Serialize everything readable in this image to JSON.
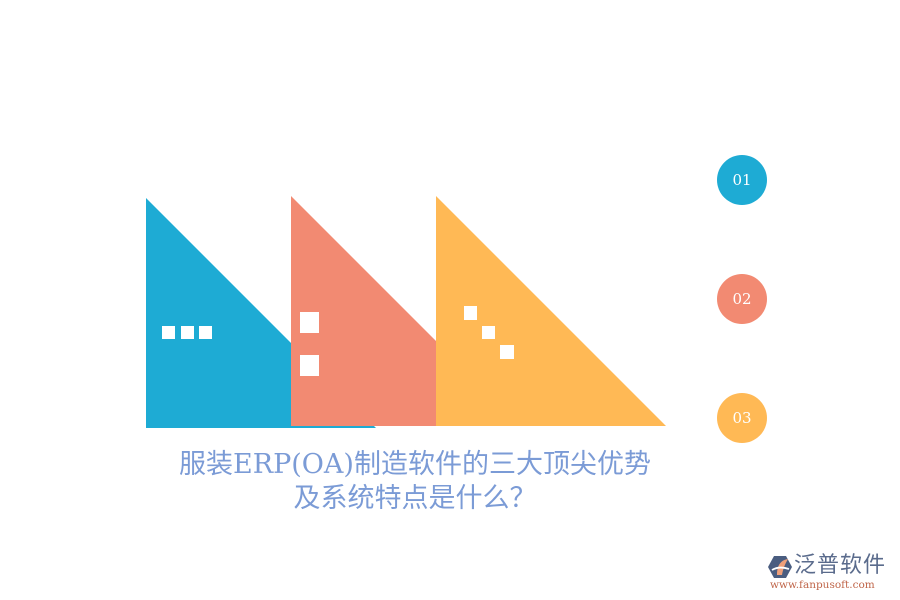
{
  "colors": {
    "blue": "#1eabd4",
    "salmon": "#f28a72",
    "orange": "#ffb955",
    "title": "#7b9bd6",
    "logo_text": "#5a6b8c",
    "logo_url": "#c0664a"
  },
  "triangles": [
    {
      "name": "blue-triangle",
      "color": "#1eabd4"
    },
    {
      "name": "salmon-triangle",
      "color": "#f28a72"
    },
    {
      "name": "orange-triangle",
      "color": "#ffb955"
    }
  ],
  "steps": [
    {
      "label": "01",
      "color": "#1eabd4"
    },
    {
      "label": "02",
      "color": "#f28a72"
    },
    {
      "label": "03",
      "color": "#ffb955"
    }
  ],
  "title": {
    "line1": "服装ERP(OA)制造软件的三大顶尖优势",
    "line2": "及系统特点是什么？"
  },
  "logo": {
    "name": "泛普软件",
    "url": "www.fanpusoft.com"
  }
}
